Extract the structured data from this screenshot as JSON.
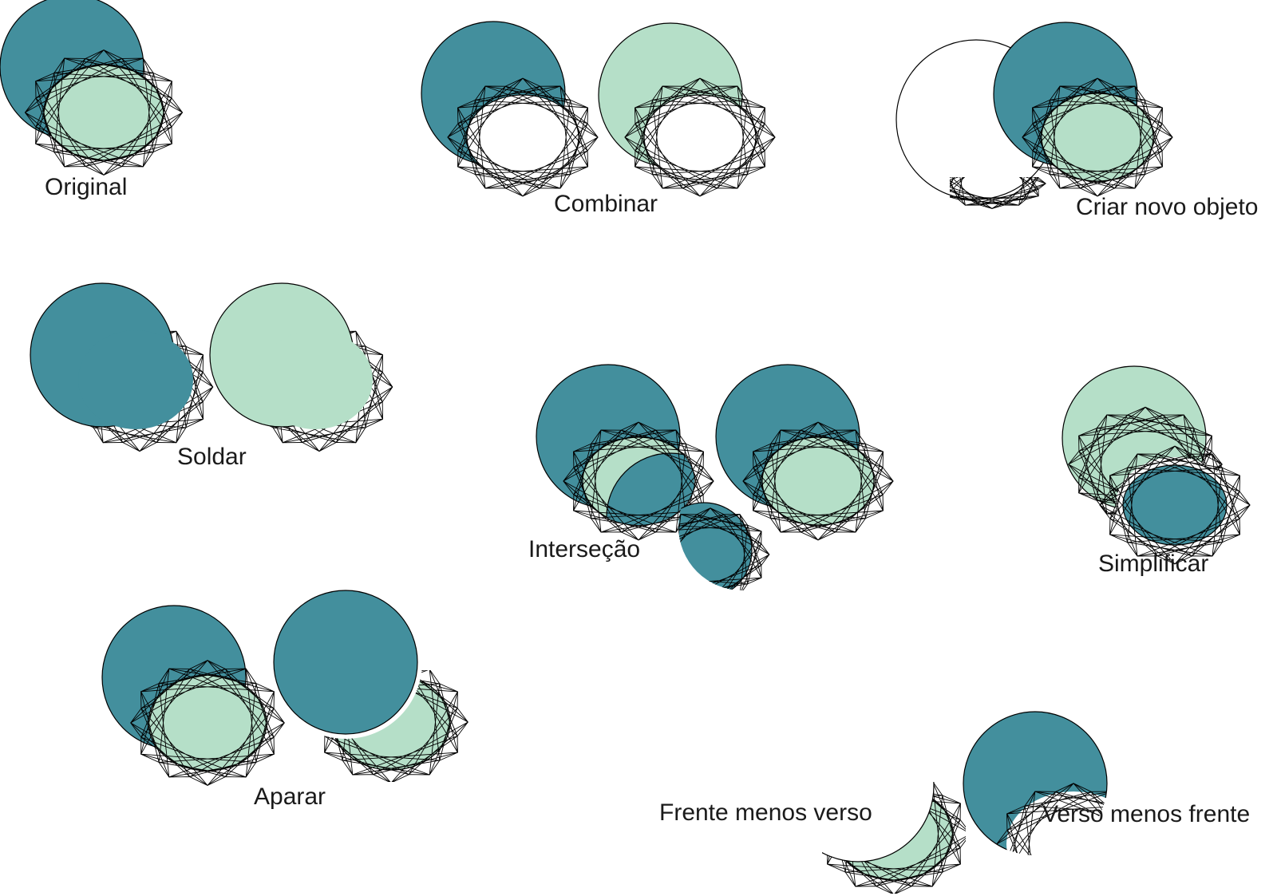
{
  "colors": {
    "dark": "#438f9d",
    "light": "#b5dfc8",
    "stroke": "#000000",
    "background": "#ffffff"
  },
  "labels": {
    "original": "Original",
    "combinar": "Combinar",
    "criar": "Criar novo objeto",
    "soldar": "Soldar",
    "intersecao": "Interseção",
    "simplificar": "Simplificar",
    "aparar": "Aparar",
    "frente": "Frente menos verso",
    "verso": "Verso menos frente"
  }
}
